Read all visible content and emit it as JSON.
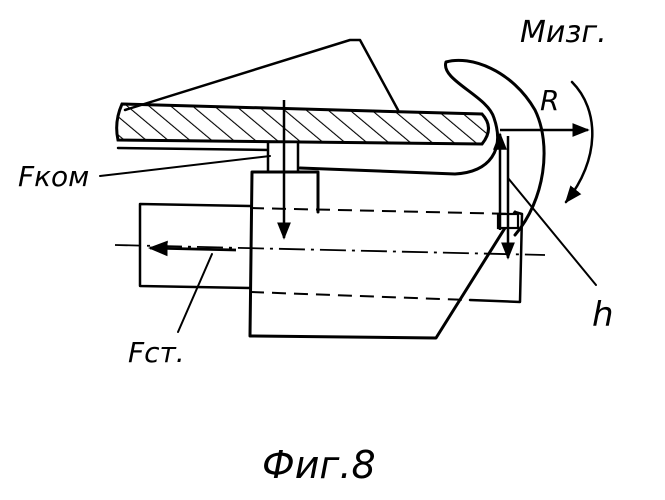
{
  "labels": {
    "moment": "Мизг.",
    "reaction": "R",
    "f_contact": "Fком",
    "f_static": "Fст.",
    "height": "h",
    "caption": "Фиг.8"
  },
  "colors": {
    "ink": "#000000",
    "paper": "#ffffff"
  }
}
